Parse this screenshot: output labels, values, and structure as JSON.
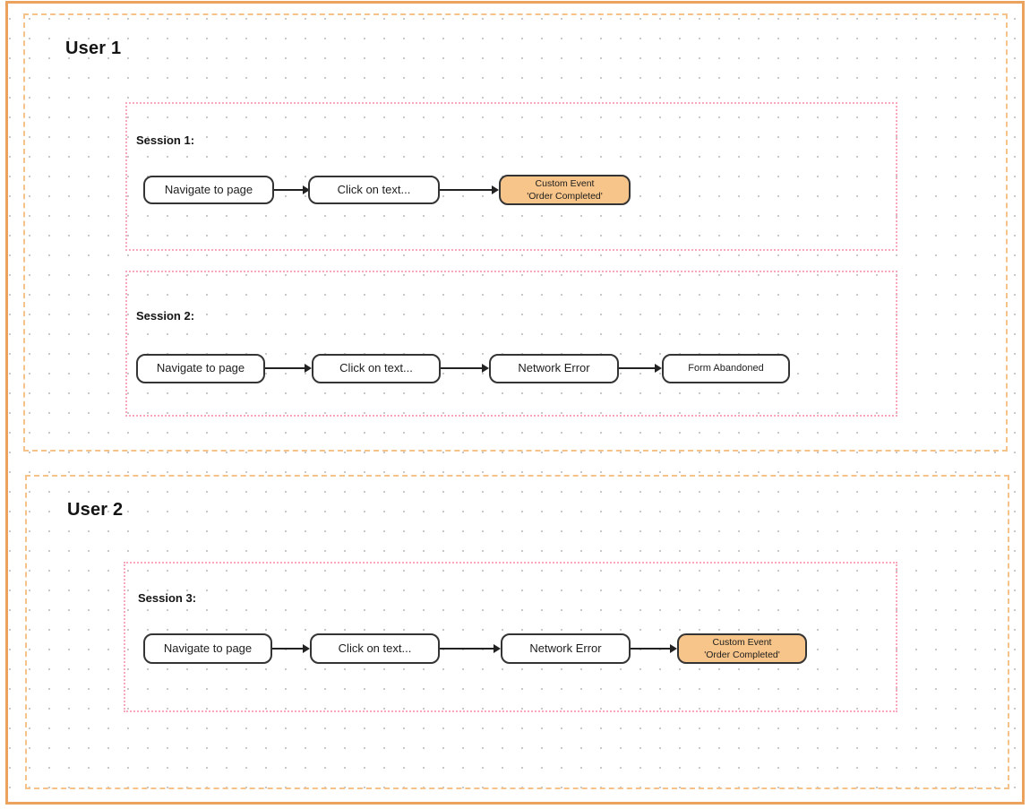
{
  "diagram": {
    "users": [
      {
        "title": "User 1",
        "sessions": [
          {
            "title": "Session 1:",
            "nodes": [
              {
                "label": "Navigate to page",
                "style": "default"
              },
              {
                "label": "Click on text...",
                "style": "default"
              },
              {
                "line1": "Custom Event",
                "line2": "'Order Completed'",
                "style": "highlighted"
              }
            ]
          },
          {
            "title": "Session 2:",
            "nodes": [
              {
                "label": "Navigate to page",
                "style": "default"
              },
              {
                "label": "Click on text...",
                "style": "default"
              },
              {
                "label": "Network Error",
                "style": "default"
              },
              {
                "label": "Form Abandoned",
                "style": "small"
              }
            ]
          }
        ]
      },
      {
        "title": "User 2",
        "sessions": [
          {
            "title": "Session 3:",
            "nodes": [
              {
                "label": "Navigate to page",
                "style": "default"
              },
              {
                "label": "Click on text...",
                "style": "default"
              },
              {
                "label": "Network Error",
                "style": "default"
              },
              {
                "line1": "Custom Event",
                "line2": "'Order Completed'",
                "style": "highlighted"
              }
            ]
          }
        ]
      }
    ],
    "colors": {
      "frame_border": "#eba25c",
      "user_container_border": "#f5c28a",
      "session_container_border": "#f8a8bc",
      "node_border": "#343434",
      "node_fill": "#ffffff",
      "highlight_node_fill": "#f7c489",
      "arrow": "#222222",
      "grid_dot": "#c9c9c9",
      "text": "#1d1d1d"
    }
  }
}
